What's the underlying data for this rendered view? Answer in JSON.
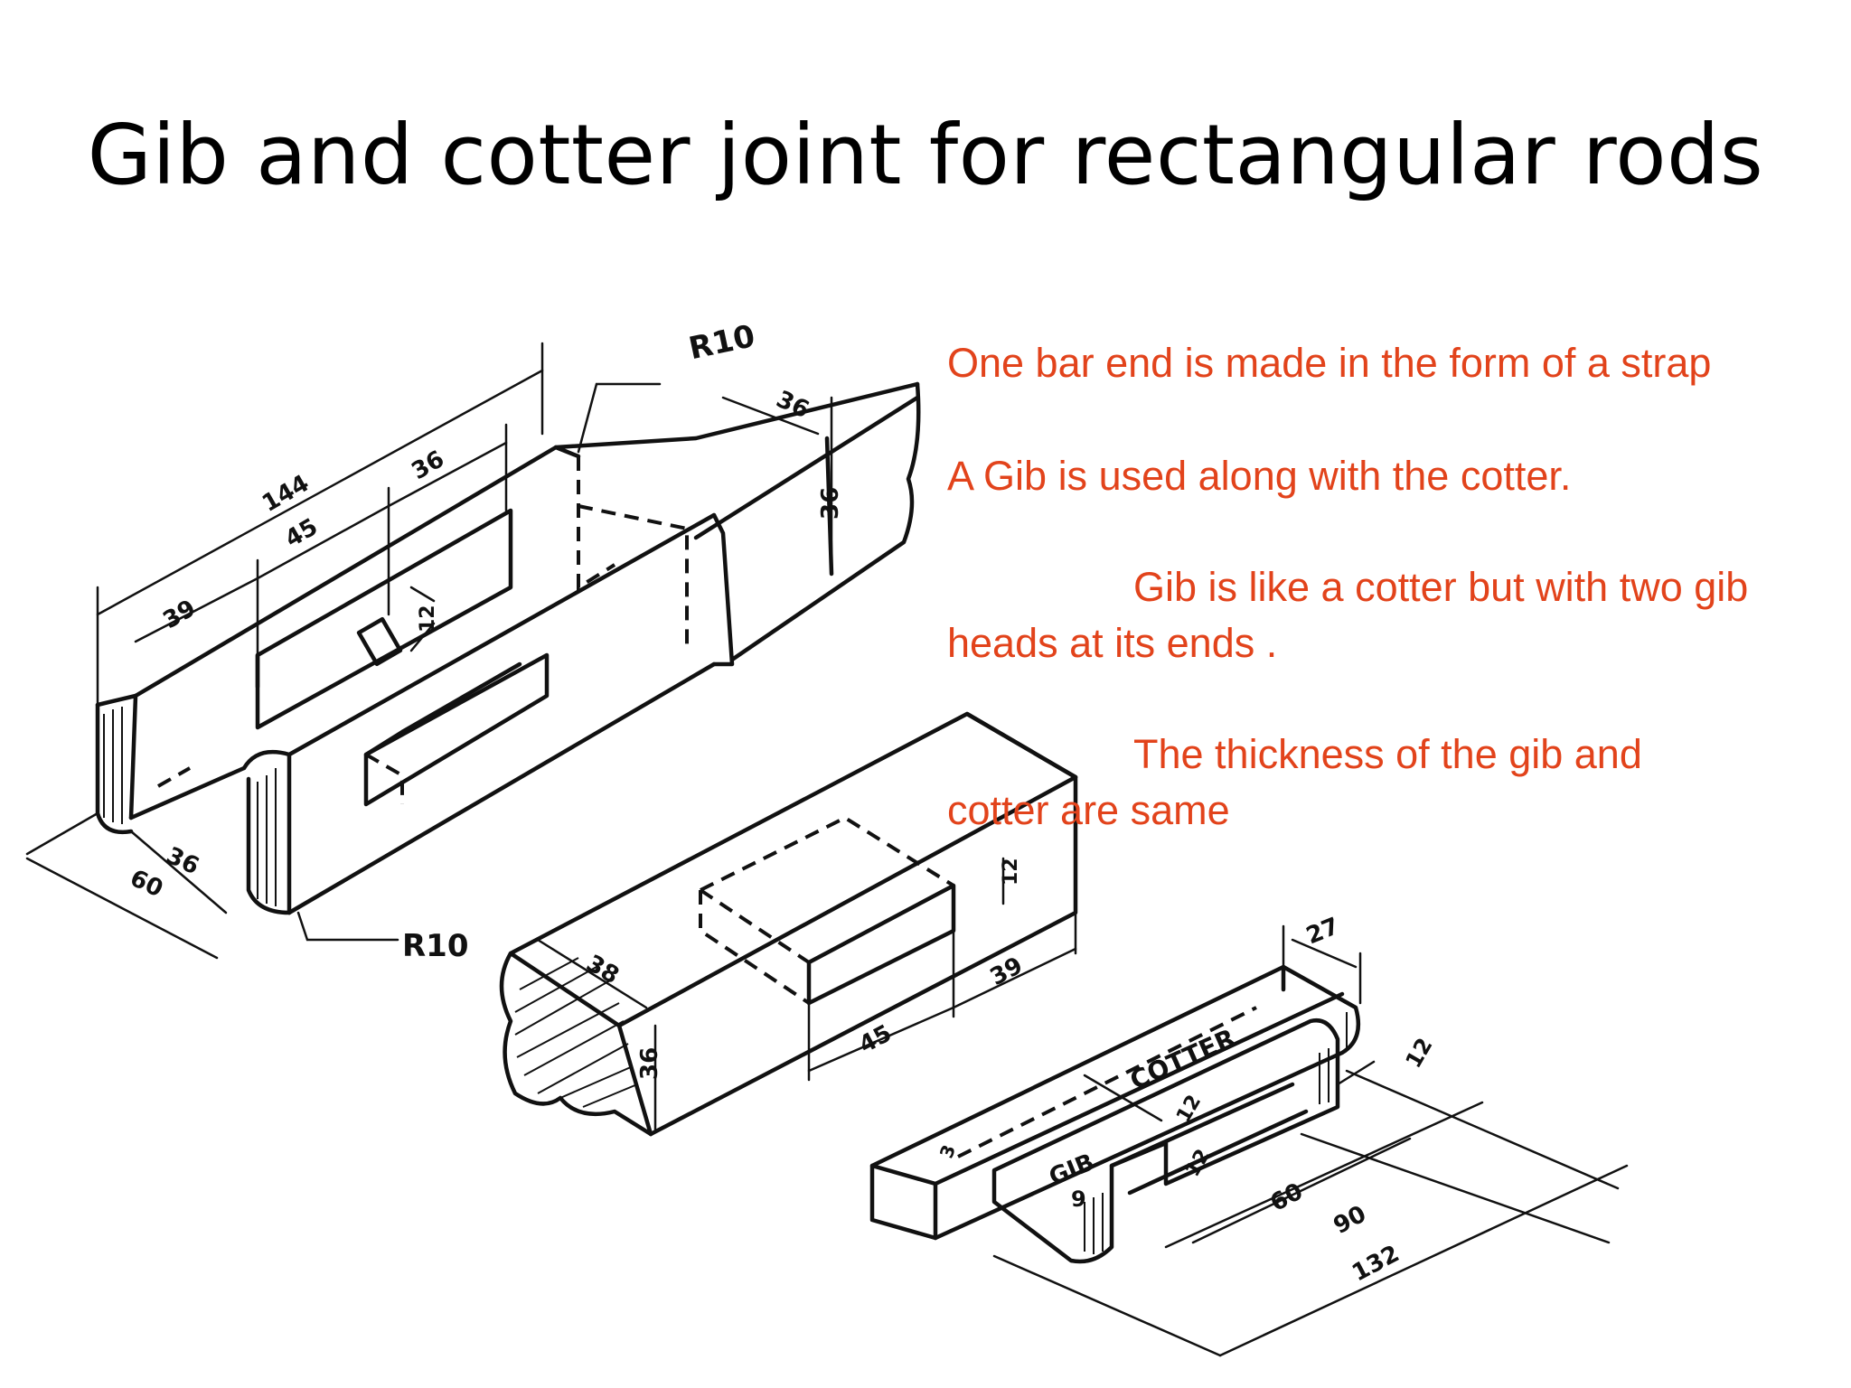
{
  "slide": {
    "title": "Gib and cotter joint for rectangular rods",
    "notes": [
      "One bar end is made in the form of a strap",
      "A Gib is used along with the cotter.",
      "Gib is like a cotter but with two gib",
      "heads at its ends .",
      "The thickness of the gib and",
      "cotter are same"
    ],
    "text_color": "#e2431b"
  },
  "drawing": {
    "strap_labels": {
      "r10_top": "R10",
      "d144": "144",
      "d45": "45",
      "d36_top": "36",
      "d39": "39",
      "d36_end": "36",
      "d36_height": "36",
      "d12": "12",
      "d36_left": "36",
      "d60": "60",
      "r10_bottom": "R10"
    },
    "rod_labels": {
      "d38": "38",
      "d36": "36",
      "d45": "45",
      "d39": "39",
      "d12": "12"
    },
    "cotter_gib_labels": {
      "d27": "27",
      "cotter": "COTTER",
      "d12": "12",
      "d12b": "12",
      "d12c": "12",
      "gib": "GIB",
      "d9": "9",
      "d3": "3",
      "d60": "60",
      "d90": "90",
      "d132": "132"
    }
  }
}
